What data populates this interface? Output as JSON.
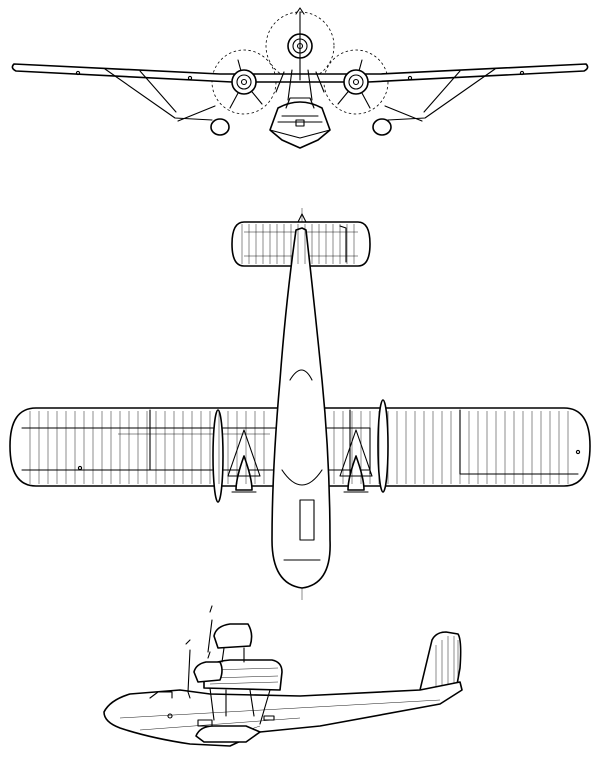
{
  "drawing": {
    "views": [
      "front-view",
      "top-view",
      "side-view"
    ],
    "colors": {
      "line": "#000000",
      "background": "#ffffff"
    }
  }
}
